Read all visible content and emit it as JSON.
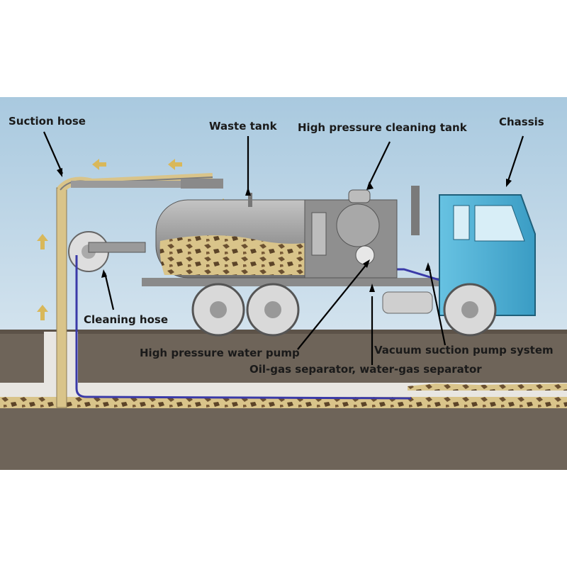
{
  "labels": {
    "suction_hose": "Suction hose",
    "waste_tank": "Waste tank",
    "hp_cleaning_tank": "High pressure cleaning tank",
    "chassis": "Chassis",
    "cleaning_hose": "Cleaning hose",
    "hp_water_pump": "High pressure water pump",
    "vacuum_pump": "Vacuum suction pump system",
    "separator": "Oil-gas separator, water-gas separator"
  },
  "colors": {
    "sky": "#b9d4e6",
    "soil": "#6e6459",
    "tunnel": "#e8e6e2",
    "sludge": "#d7c184",
    "tank": "#9a9a9a",
    "cab": "#4fb3d6",
    "water_line": "#3a3aa8"
  }
}
